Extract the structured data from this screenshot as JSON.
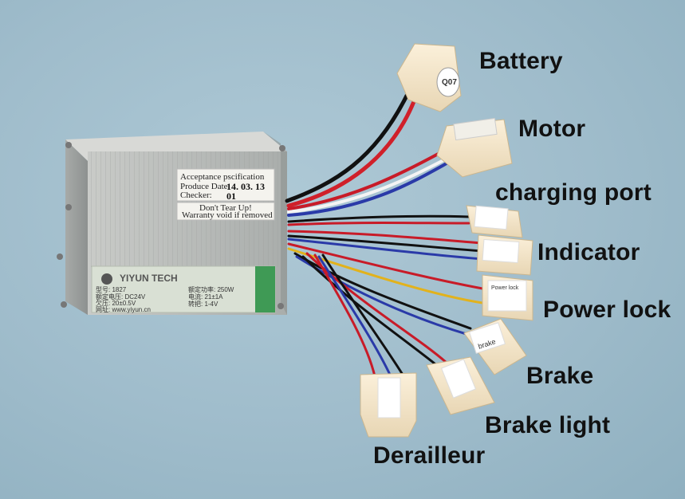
{
  "labels": {
    "battery": "Battery",
    "motor": "Motor",
    "charging_port": "charging port",
    "indicator": "Indicator",
    "power_lock": "Power lock",
    "brake": "Brake",
    "brake_light": "Brake light",
    "derailleur": "Derailleur"
  },
  "sticker": {
    "line1": "Acceptance pscification",
    "line2": "Produce Date",
    "date": "14. 03. 13",
    "line3": "Checker:",
    "checker": "01",
    "warn1": "Don't Tear Up!",
    "warn2": "Warranty void if removed"
  },
  "plate": {
    "brand": "YIYUN TECH",
    "model": "型号: 1827",
    "rated_voltage": "额定电压: DC24V",
    "undervoltage": "欠压: 20±0.5V",
    "website": "网址: www.yiyun.cn",
    "rated_power": "额定功率: 250W",
    "current": "电流: 21±1A",
    "ratio": "转把: 1-4V"
  },
  "connectors": {
    "battery_tag": "Q07",
    "power_lock_tag": "Power lock",
    "brake_tag": "brake"
  }
}
